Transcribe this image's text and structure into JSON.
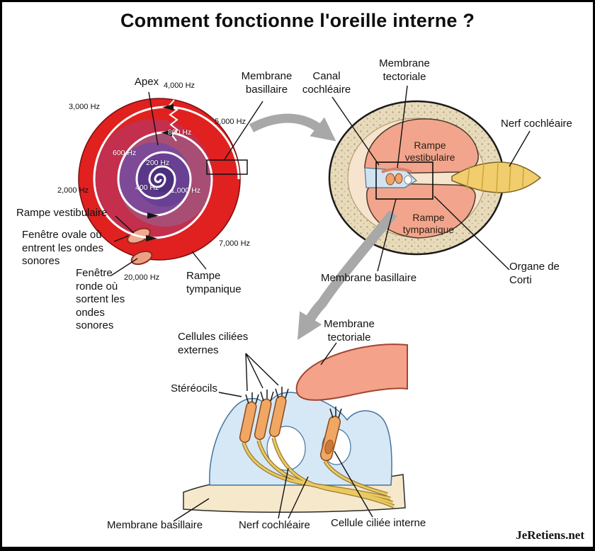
{
  "page": {
    "title": "Comment fonctionne l'oreille interne ?",
    "watermark": "JeRetiens.net"
  },
  "colors": {
    "spiral_red": "#e0211f",
    "spiral_crimson": "#c32f4c",
    "spiral_mauve": "#a84e74",
    "spiral_purple": "#7e4a98",
    "spiral_dark_violet": "#4c2f7e",
    "bone_beige": "#e8dbbc",
    "chamber_salmon": "#f2a58c",
    "nerve_yellow": "#f2cd6d",
    "cell_blue": "#d6e8f6",
    "hair_cell_orange": "#f0a763",
    "arrow_gray": "#a8a8a8"
  },
  "spiral": {
    "apex": "Apex",
    "membrane_basillaire": "Membrane basillaire",
    "rampe_vestibulaire": "Rampe vestibulaire",
    "fenetre_ovale": "Fenêtre ovale où entrent les ondes sonores",
    "fenetre_ronde": "Fenêtre ronde où sortent les ondes sonores",
    "rampe_tympanique": "Rampe tympanique",
    "freq_200": "200 Hz",
    "freq_400": "400 Hz",
    "freq_600": "600 Hz",
    "freq_800": "800 Hz",
    "freq_1000": "1,000 Hz",
    "freq_2000": "2,000 Hz",
    "freq_3000": "3,000 Hz",
    "freq_4000": "4,000 Hz",
    "freq_5000": "5,000 Hz",
    "freq_7000": "7,000 Hz",
    "freq_20000": "20,000 Hz"
  },
  "cross_section": {
    "canal_cochleaire": "Canal cochléaire",
    "membrane_tectoriale": "Membrane tectoriale",
    "nerf_cochleaire": "Nerf cochléaire",
    "rampe_vestibulaire": "Rampe vestibulaire",
    "rampe_tympanique": "Rampe tympanique",
    "membrane_basillaire": "Membrane basillaire",
    "organe_de_corti": "Organe de Corti"
  },
  "corti": {
    "cellules_ciliees_externes": "Cellules ciliées externes",
    "stereocils": "Stéréocils",
    "membrane_tectoriale": "Membrane tectoriale",
    "membrane_basillaire": "Membrane basillaire",
    "nerf_cochleaire": "Nerf cochléaire",
    "cellule_ciliee_interne": "Cellule ciliée interne"
  }
}
